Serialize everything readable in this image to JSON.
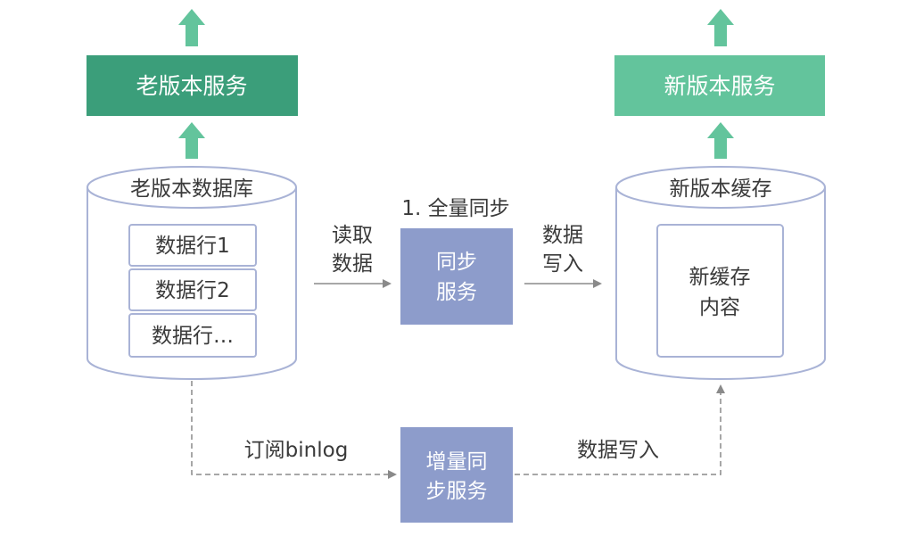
{
  "old_service": {
    "label": "老版本服务",
    "color": "#3b9e7a"
  },
  "new_service": {
    "label": "新版本服务",
    "color": "#63c49c"
  },
  "old_db": {
    "title": "老版本数据库",
    "rows": [
      "数据行1",
      "数据行2",
      "数据行…"
    ]
  },
  "new_cache": {
    "title": "新版本缓存",
    "content_line1": "新缓存",
    "content_line2": "内容"
  },
  "full_sync": {
    "caption": "1. 全量同步",
    "box_line1": "同步",
    "box_line2": "服务",
    "read_line1": "读取",
    "read_line2": "数据",
    "write_line1": "数据",
    "write_line2": "写入"
  },
  "incremental_sync": {
    "box_line1": "增量同",
    "box_line2": "步服务",
    "subscribe_label": "订阅binlog",
    "write_label": "数据写入"
  },
  "colors": {
    "arrow_green": "#63c49c",
    "sync_box": "#8d9ccb",
    "outline": "#a9b3d6",
    "connector": "#8a8a8a"
  }
}
